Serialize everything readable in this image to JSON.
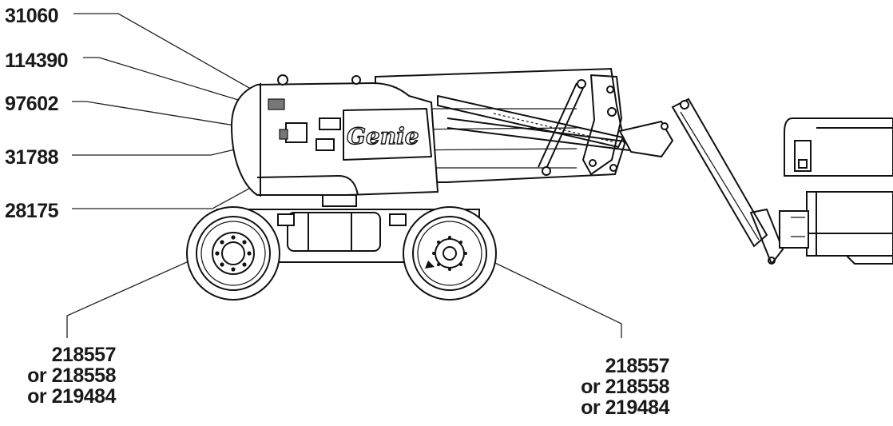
{
  "callouts": {
    "c31060": "31060",
    "c114390": "114390",
    "c97602": "97602",
    "c31788": "31788",
    "c28175": "28175",
    "front_wheel": [
      "218557",
      "or 218558",
      "or 219484"
    ],
    "rear_wheel": [
      "218557",
      "or 218558",
      "or 219484"
    ]
  },
  "logo_text": "Genie",
  "colors": {
    "decal_gray": "#777777",
    "line": "#111111"
  }
}
